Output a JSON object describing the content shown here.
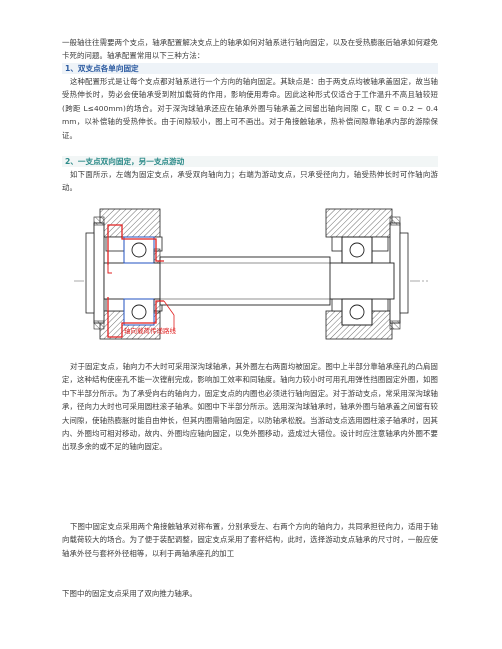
{
  "doc": {
    "intro": "一般轴往往需要两个支点，轴承配置解决支点上的轴承如何对轴系进行轴向固定，以及在受热膨胀后轴承如何避免卡死的问题。轴承配置常用以下三种方法：",
    "section1": {
      "title": "1、双支点各单向固定",
      "body": "这种配置形式是让每个支点都对轴系进行一个方向的轴向固定。其缺点是：由于两支点均被轴承盖固定，故当轴受热伸长时，势必会使轴承受到附加载荷的作用，影响使用寿命。因此这种形式仅适合于工作温升不高且轴较短(跨距 L≤400mm)的场合。对于深沟球轴承还应在轴承外圈与轴承盖之间留出轴向间隙 C，取 C = 0.2 ~ 0.4 mm，以补偿轴的受热伸长。由于间隙较小，图上可不画出。对于角接触轴承，热补偿间隙靠轴承内部的游隙保证。"
    },
    "section2": {
      "title": "2、一支点双向固定，另一支点游动",
      "body": "如下面所示，左端为固定支点，承受双向轴向力；右端为游动支点，只承受径向力，轴受热伸长时可作轴向游动。"
    },
    "figure": {
      "label": "轴向载荷传递路线"
    },
    "para3": "对于固定支点，轴向力不大时可采用深沟球轴承，其外圈左右两面均被固定。图中上半部分靠轴承座孔的凸肩固定，这种结构使座孔不能一次镗削完成，影响加工效率和同轴度。轴向力较小时可用孔用弹性挡圈固定外圈，如图中下半部分所示。为了承受向右的轴向力，固定支点的内圈也必须进行轴向固定。对于游动支点，常采用深沟球轴承，径向力大时也可采用圆柱滚子轴承。如图中下半部分所示。选用深沟球轴承时，轴承外圈与轴承盖之间留有较大间隙，使轴热膨胀时能自由伸长，但其内圈需轴向固定，以防轴承松脱。当游动支点选用圆柱滚子轴承时，因其内、外圈均可相对移动，故内、外圈均应轴向固定，以免外圈移动，造成过大错位。设计时应注意轴承内外圈不要出现多余的或不足的轴向固定。",
    "para4": "下图中固定支点采用两个角接触轴承对称布置，分别承受左、右两个方向的轴向力，共同承担径向力，适用于轴向载荷较大的场合。为了便于装配调整，固定支点采用了套杯结构，此时，选择游动支点轴承的尺寸时，一般应使轴承外径与套杯外径相等，以利于两轴承座孔的加工",
    "para5": "下图中的固定支点采用了双向推力轴承。"
  },
  "colors": {
    "heading1": "#2b5aa0",
    "heading2": "#2b8a88",
    "loadpath": "#e02020",
    "bearing": "#2050c0"
  }
}
